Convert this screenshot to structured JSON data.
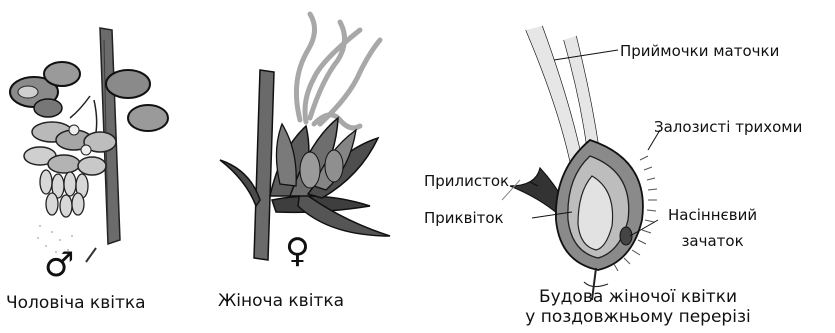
{
  "male_flower": {
    "symbol": "♂",
    "caption": "Чоловіча квітка"
  },
  "female_flower": {
    "symbol": "♀",
    "caption": "Жіноча квітка"
  },
  "structure": {
    "caption_line1": "Будова жіночої квітки",
    "caption_line2": "у поздовжньому перерізі",
    "labels": {
      "stigmas": "Приймочки маточки",
      "trichomes": "Залозисті трихоми",
      "stipule": "Прилисток",
      "bract": "Приквіток",
      "ovule_line1": "Насіннєвий",
      "ovule_line2": "зачаток"
    }
  }
}
